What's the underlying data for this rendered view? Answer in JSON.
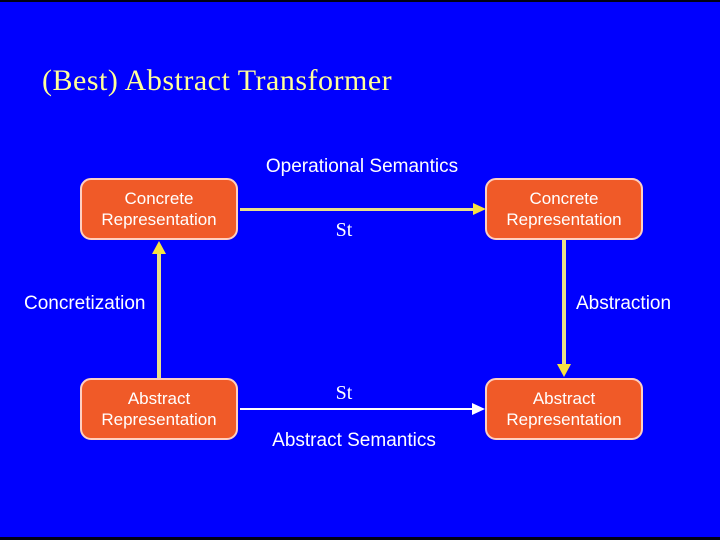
{
  "slide": {
    "title": "(Best) Abstract Transformer",
    "labels": {
      "operational_semantics": "Operational Semantics",
      "abstract_semantics": "Abstract Semantics",
      "concretization": "Concretization",
      "abstraction": "Abstraction",
      "st_top": "St",
      "st_bottom": "St"
    },
    "boxes": {
      "concrete_top_left": "Concrete Representation",
      "concrete_top_right": "Concrete Representation",
      "abstract_bottom_left": "Abstract Representation",
      "abstract_bottom_right": "Abstract Representation"
    },
    "colors": {
      "background": "#0000FE",
      "frame_edge": "#000014",
      "title_text": "#FFFF99",
      "box_fill": "#F05A28",
      "box_border": "#FFCFC0",
      "box_text": "#FFFFFF",
      "label_text": "#FFFFFF",
      "arrow_yellow_shaft": "#E9E08A",
      "arrow_yellow_head": "#F7E340",
      "arrow_white": "#FFFFFF"
    }
  }
}
